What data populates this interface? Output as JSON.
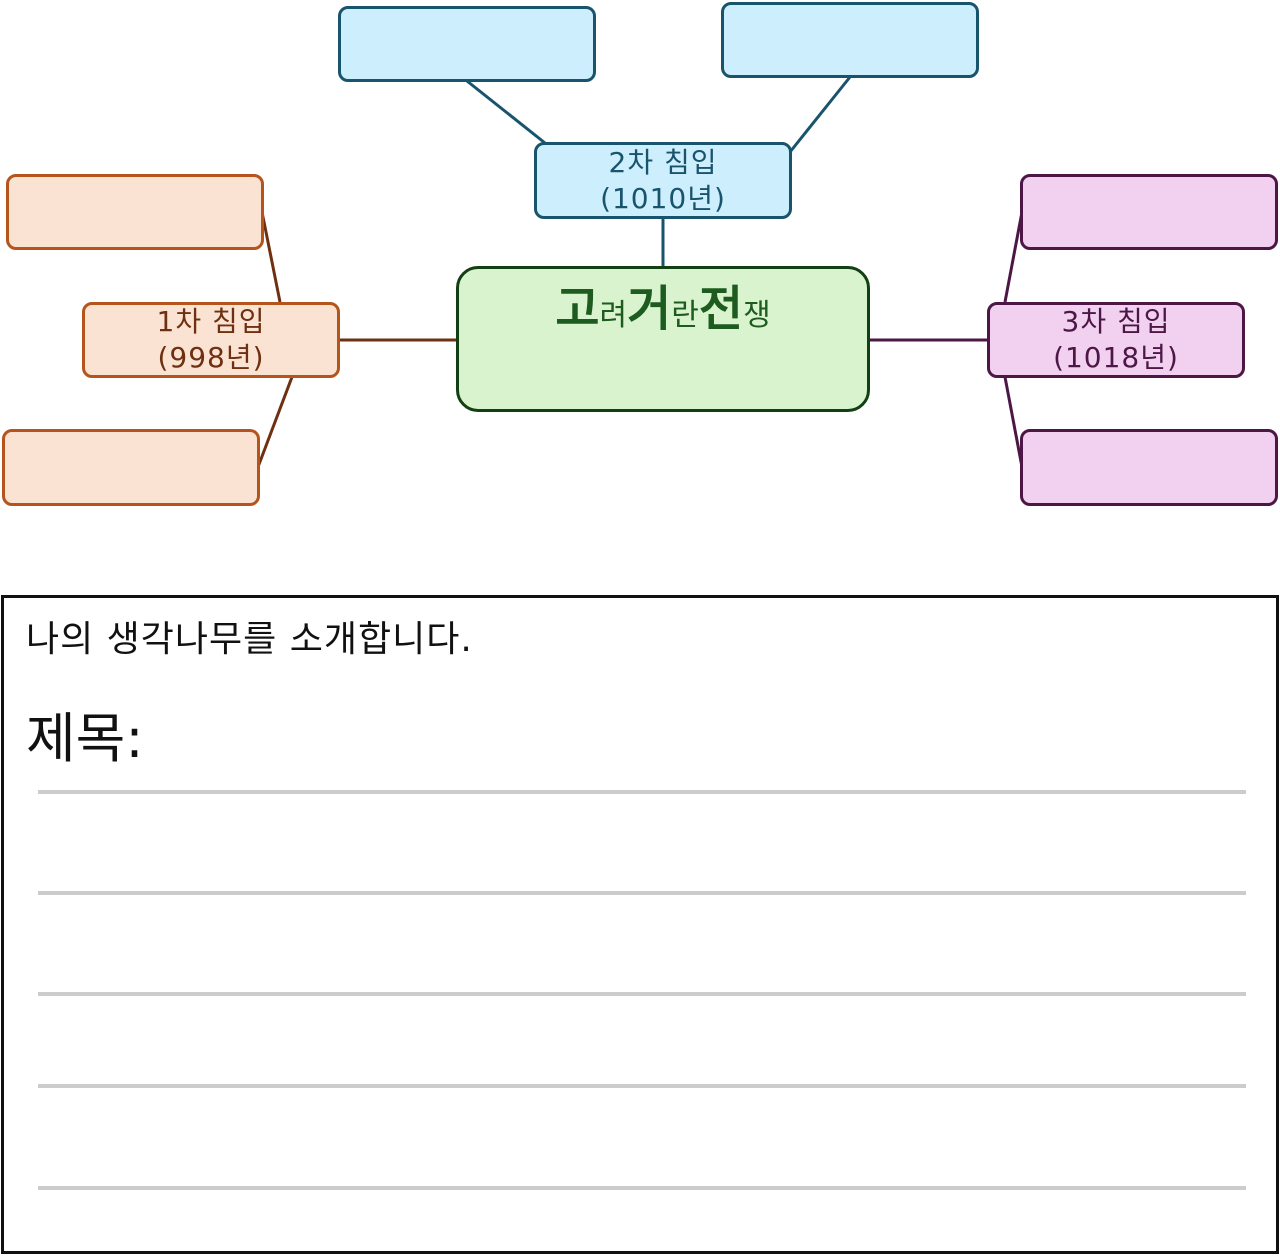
{
  "central": {
    "parts": [
      {
        "text": "고",
        "size": "big"
      },
      {
        "text": "려",
        "size": "small"
      },
      {
        "text": "거",
        "size": "big"
      },
      {
        "text": "란",
        "size": "small"
      },
      {
        "text": "전",
        "size": "big"
      },
      {
        "text": "쟁",
        "size": "small"
      }
    ]
  },
  "branches": {
    "first": {
      "line1": "1차 침입",
      "line2": "(998년)"
    },
    "second": {
      "line1": "2차 침입",
      "line2": "(1010년)"
    },
    "third": {
      "line1": "3차 침입",
      "line2": "(1018년)"
    }
  },
  "panel": {
    "intro": "나의 생각나무를 소개합니다.",
    "title_label": "제목:"
  },
  "colors": {
    "blue_fill": "#cdeefc",
    "blue_stroke": "#19546d",
    "orange_fill": "#fbe3d4",
    "orange_stroke": "#b5541b",
    "purple_fill": "#f2d1f0",
    "purple_stroke": "#4c1746",
    "green_fill": "#d8f3cd",
    "green_stroke": "#133f14"
  }
}
